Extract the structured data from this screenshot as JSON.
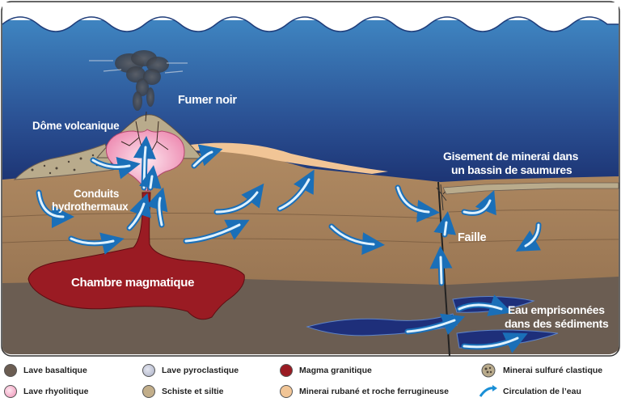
{
  "labels": {
    "fumer_noir": "Fumer noir",
    "dome": "Dôme volcanique",
    "conduits_1": "Conduits",
    "conduits_2": "hydrothermaux",
    "gisement_1": "Gisement de minerai dans",
    "gisement_2": "un bassin de saumures",
    "faille": "Faille",
    "chambre": "Chambre magmatique",
    "eau_1": "Eau emprisonnées",
    "eau_2": "dans des sédiments"
  },
  "legend": [
    {
      "label": "Lave basaltique",
      "color": "#6b5d52",
      "icon": "circle-swatch"
    },
    {
      "label": "Lave pyroclastique",
      "color": "#c9ccd8",
      "icon": "circle-swatch"
    },
    {
      "label": "Magma granitique",
      "color": "#9a1b23",
      "icon": "circle-swatch"
    },
    {
      "label": "Minerai sulfuré clastique",
      "color": "#b9ab8c",
      "icon": "ore-icon"
    },
    {
      "label": "Lave rhyolitique",
      "color": "#ee8fb4",
      "icon": "circle-swatch"
    },
    {
      "label": "Schiste et siltie",
      "color": "#c2ae8a",
      "icon": "circle-swatch"
    },
    {
      "label": "Minerai rubané et roche ferrugineuse",
      "color": "#f1c596",
      "icon": "circle-swatch"
    },
    {
      "label": "Circulation de l’eau",
      "color": "#1a8fd6",
      "icon": "arrow-icon"
    }
  ],
  "colors": {
    "ocean_top": "#3f86c2",
    "ocean_bottom": "#1a2f6e",
    "sediment": "#a07c58",
    "basalt": "#6b5d52",
    "magma": "#9a1b23",
    "rhyolite": "#ee8fb4",
    "arrow": "#1a8fd6"
  }
}
